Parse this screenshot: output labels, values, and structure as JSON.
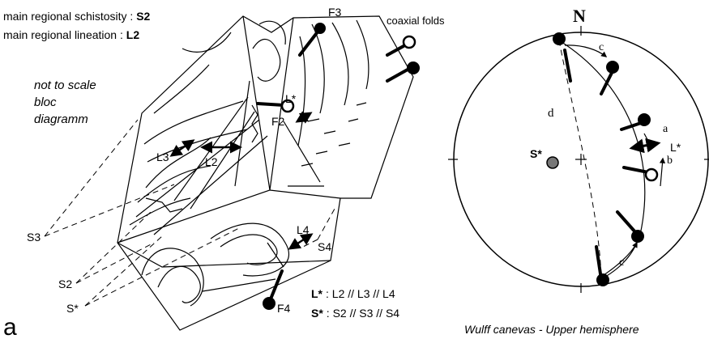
{
  "figure_label": "a",
  "header": {
    "schistosity_prefix": "main regional schistosity : ",
    "schistosity_value": "S2",
    "lineation_prefix": "main regional lineation : ",
    "lineation_value": "L2"
  },
  "note_lines": [
    "not to scale",
    "bloc",
    "diagramm"
  ],
  "block_labels": {
    "F3": "F3",
    "F2": "F2",
    "F4": "F4",
    "coaxial": "coaxial folds",
    "L3": "L3",
    "L2": "L2",
    "L4": "L4",
    "Lstar": "L*",
    "S3": "S3",
    "S2": "S2",
    "S4": "S4",
    "Sstar": "S*"
  },
  "legend": {
    "L_sym": "L*",
    "L_text": ":  L2 // L3 // L4",
    "S_sym": "S*",
    "S_text": ":  S2 // S3 // S4"
  },
  "stereonet": {
    "north": "N",
    "caption": "Wulff canevas - Upper hemisphere",
    "d": "d",
    "c_top": "c",
    "c_bottom": "c",
    "a": "a",
    "b": "b",
    "Lstar": "L*",
    "Sstar": "S*"
  },
  "colors": {
    "ink": "#000000",
    "pole_fill": "#777777",
    "bg": "#ffffff"
  }
}
